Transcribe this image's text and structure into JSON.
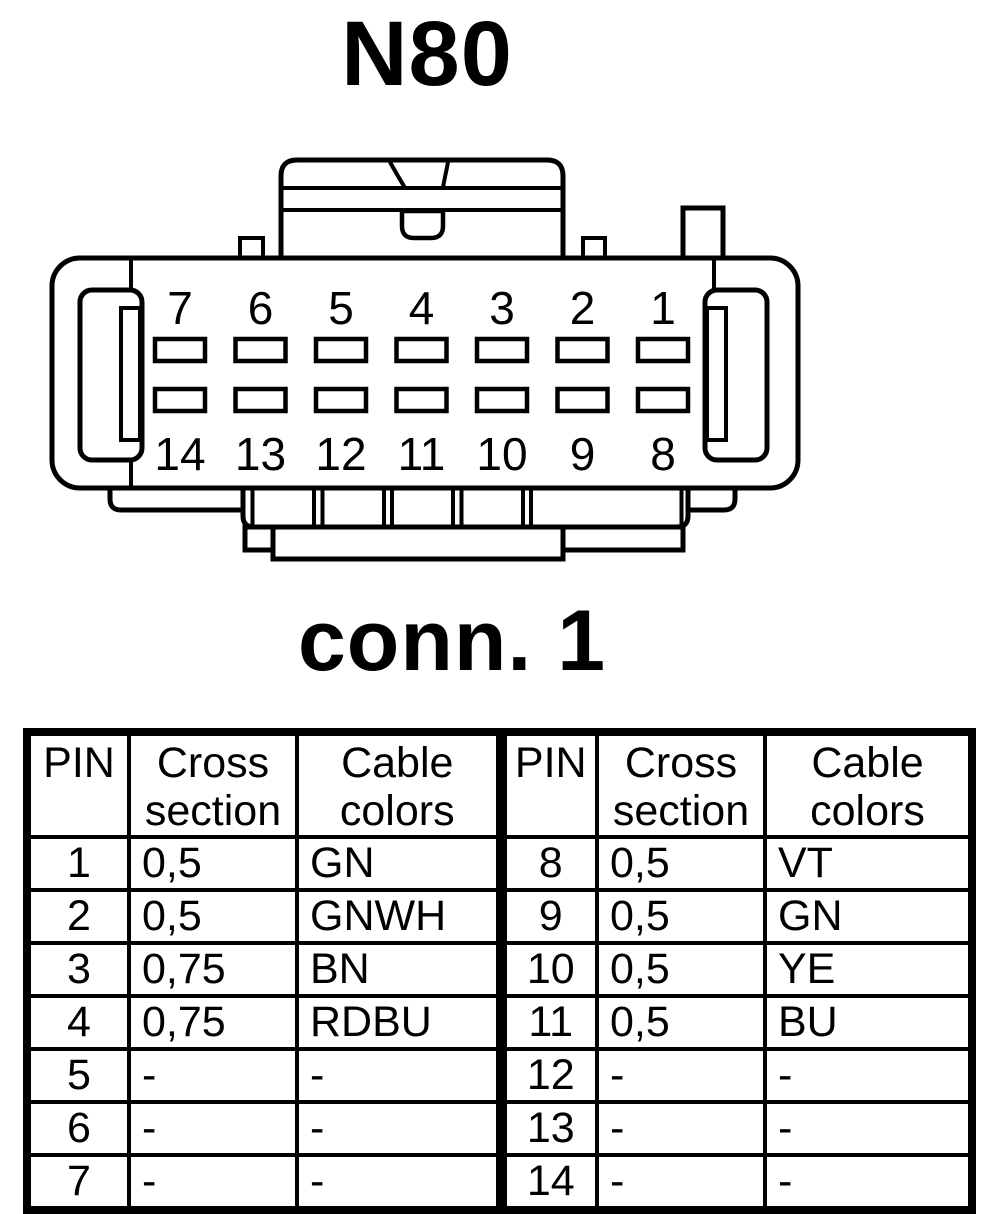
{
  "page": {
    "title": "N80",
    "connector_label": "conn. 1"
  },
  "connector": {
    "top_pins": [
      "7",
      "6",
      "5",
      "4",
      "3",
      "2",
      "1"
    ],
    "bottom_pins": [
      "14",
      "13",
      "12",
      "11",
      "10",
      "9",
      "8"
    ]
  },
  "table": {
    "header": {
      "pin": "PIN",
      "cross_line1": "Cross",
      "cross_line2": "section",
      "cable_line1": "Cable",
      "cable_line2": "colors"
    },
    "left_rows": [
      {
        "pin": "1",
        "cross": "0,5",
        "color": "GN"
      },
      {
        "pin": "2",
        "cross": "0,5",
        "color": "GNWH"
      },
      {
        "pin": "3",
        "cross": "0,75",
        "color": "BN"
      },
      {
        "pin": "4",
        "cross": "0,75",
        "color": "RDBU"
      },
      {
        "pin": "5",
        "cross": "-",
        "color": "-"
      },
      {
        "pin": "6",
        "cross": "-",
        "color": "-"
      },
      {
        "pin": "7",
        "cross": "-",
        "color": "-"
      }
    ],
    "right_rows": [
      {
        "pin": "8",
        "cross": "0,5",
        "color": "VT"
      },
      {
        "pin": "9",
        "cross": "0,5",
        "color": "GN"
      },
      {
        "pin": "10",
        "cross": "0,5",
        "color": "YE"
      },
      {
        "pin": "11",
        "cross": "0,5",
        "color": "BU"
      },
      {
        "pin": "12",
        "cross": "-",
        "color": "-"
      },
      {
        "pin": "13",
        "cross": "-",
        "color": "-"
      },
      {
        "pin": "14",
        "cross": "-",
        "color": "-"
      }
    ]
  },
  "colors": {
    "ink": "#000000",
    "background": "#ffffff"
  }
}
